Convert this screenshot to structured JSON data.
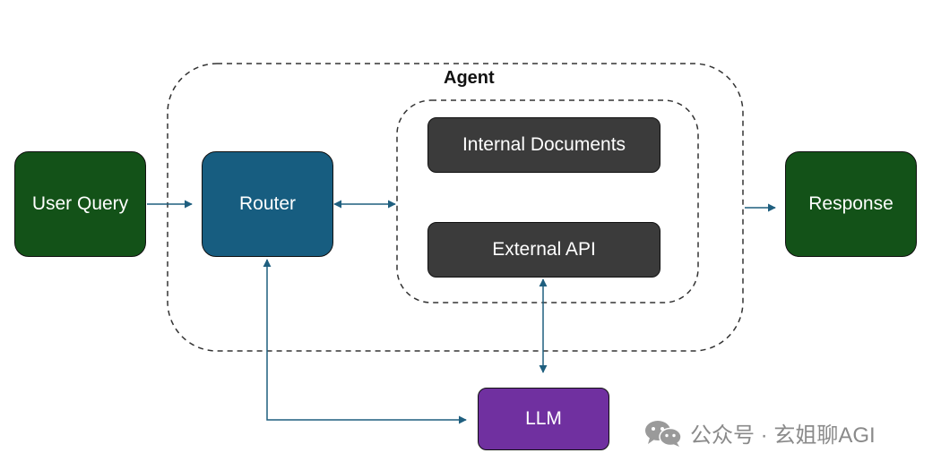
{
  "agent": {
    "title": "Agent"
  },
  "nodes": {
    "user_query": "User Query",
    "router": "Router",
    "internal_documents": "Internal Documents",
    "external_api": "External API",
    "llm": "LLM",
    "response": "Response"
  },
  "watermark": {
    "text": "公众号 · 玄姐聊AGI",
    "icon": "wechat-icon"
  },
  "colors": {
    "green_node": "#135218",
    "router": "#175d80",
    "dark_node": "#3b3b3b",
    "llm": "#7030a0",
    "arrow": "#1f5f7f"
  }
}
